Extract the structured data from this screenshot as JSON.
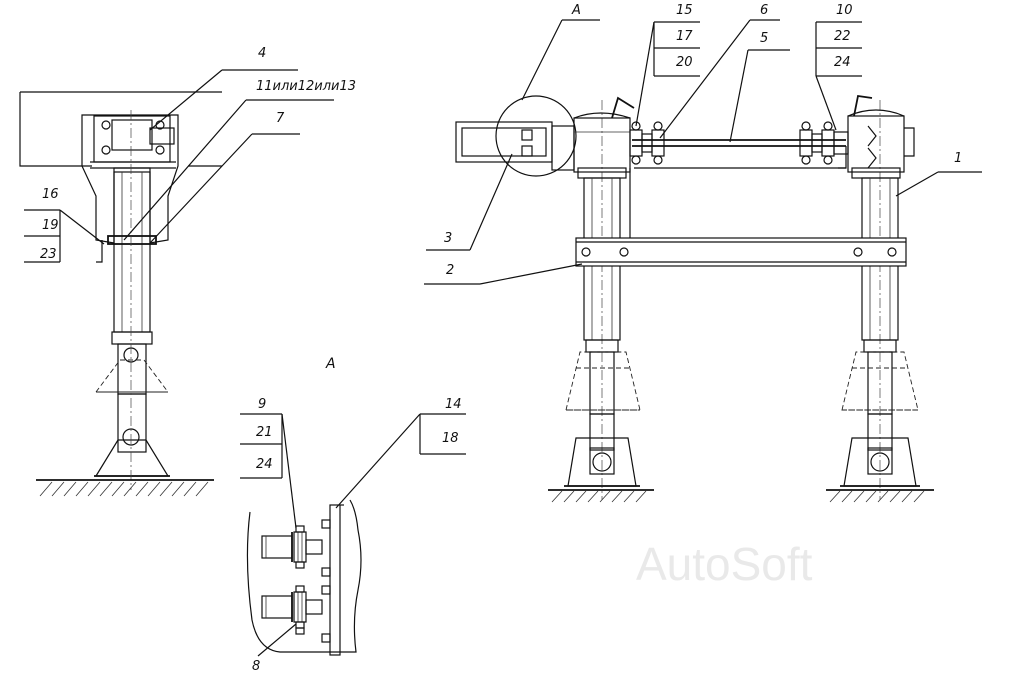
{
  "watermark": "AutoSoft",
  "view_label": "A",
  "labels": {
    "l1": "1",
    "l2": "2",
    "l3": "3",
    "l4": "4",
    "l5": "5",
    "l6": "6",
    "l7": "7",
    "l8": "8",
    "l9": "9",
    "l10": "10",
    "l11": "11или12или13",
    "l14": "14",
    "l15": "15",
    "l16": "16",
    "l17": "17",
    "l18": "18",
    "l19": "19",
    "l20": "20",
    "l21": "21",
    "l22": "22",
    "l23": "23",
    "l24a": "24",
    "l24b": "24",
    "a_callout": "A"
  }
}
